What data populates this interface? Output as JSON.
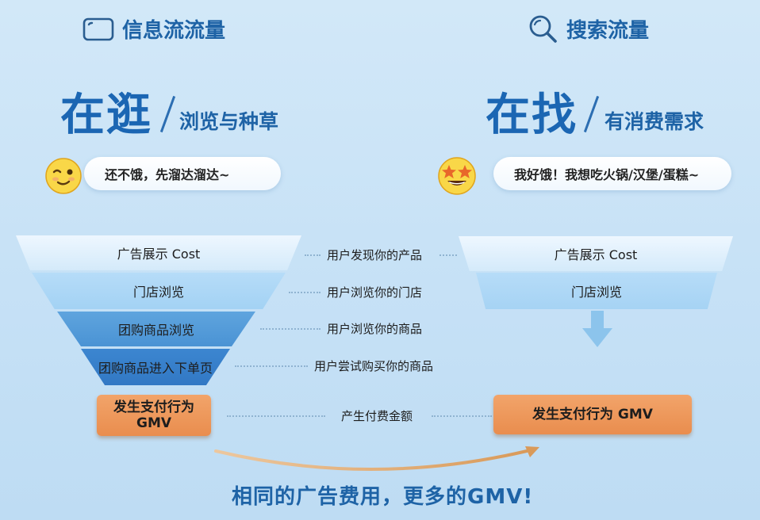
{
  "left": {
    "header": "信息流流量",
    "title": "在逛",
    "subtitle": "浏览与种草",
    "bubble": "还不饿，先溜达溜达~",
    "funnel": [
      "广告展示 Cost",
      "门店浏览",
      "团购商品浏览",
      "团购商品进入下单页"
    ],
    "result_line1": "发生支付行为",
    "result_line2": "GMV"
  },
  "right": {
    "header": "搜索流量",
    "title": "在找",
    "subtitle": "有消费需求",
    "bubble": "我好饿！我想吃火锅/汉堡/蛋糕~",
    "funnel": [
      "广告展示 Cost",
      "门店浏览"
    ],
    "result": "发生支付行为 GMV"
  },
  "middle": [
    "用户发现你的产品",
    "用户浏览你的门店",
    "用户浏览你的商品",
    "用户尝试购买你的商品",
    "产生付费金额"
  ],
  "footer": "相同的广告费用，更多的GMV!",
  "colors": {
    "accent": "#1b66b3",
    "orange": "#e98d4e",
    "funnel_dark": "#3278c4"
  },
  "icons": {
    "left_header": "phone-screen-icon",
    "right_header": "magnifier-icon",
    "left_emoji": "winking-face-icon",
    "right_emoji": "star-struck-face-icon",
    "down": "down-arrow-icon"
  }
}
